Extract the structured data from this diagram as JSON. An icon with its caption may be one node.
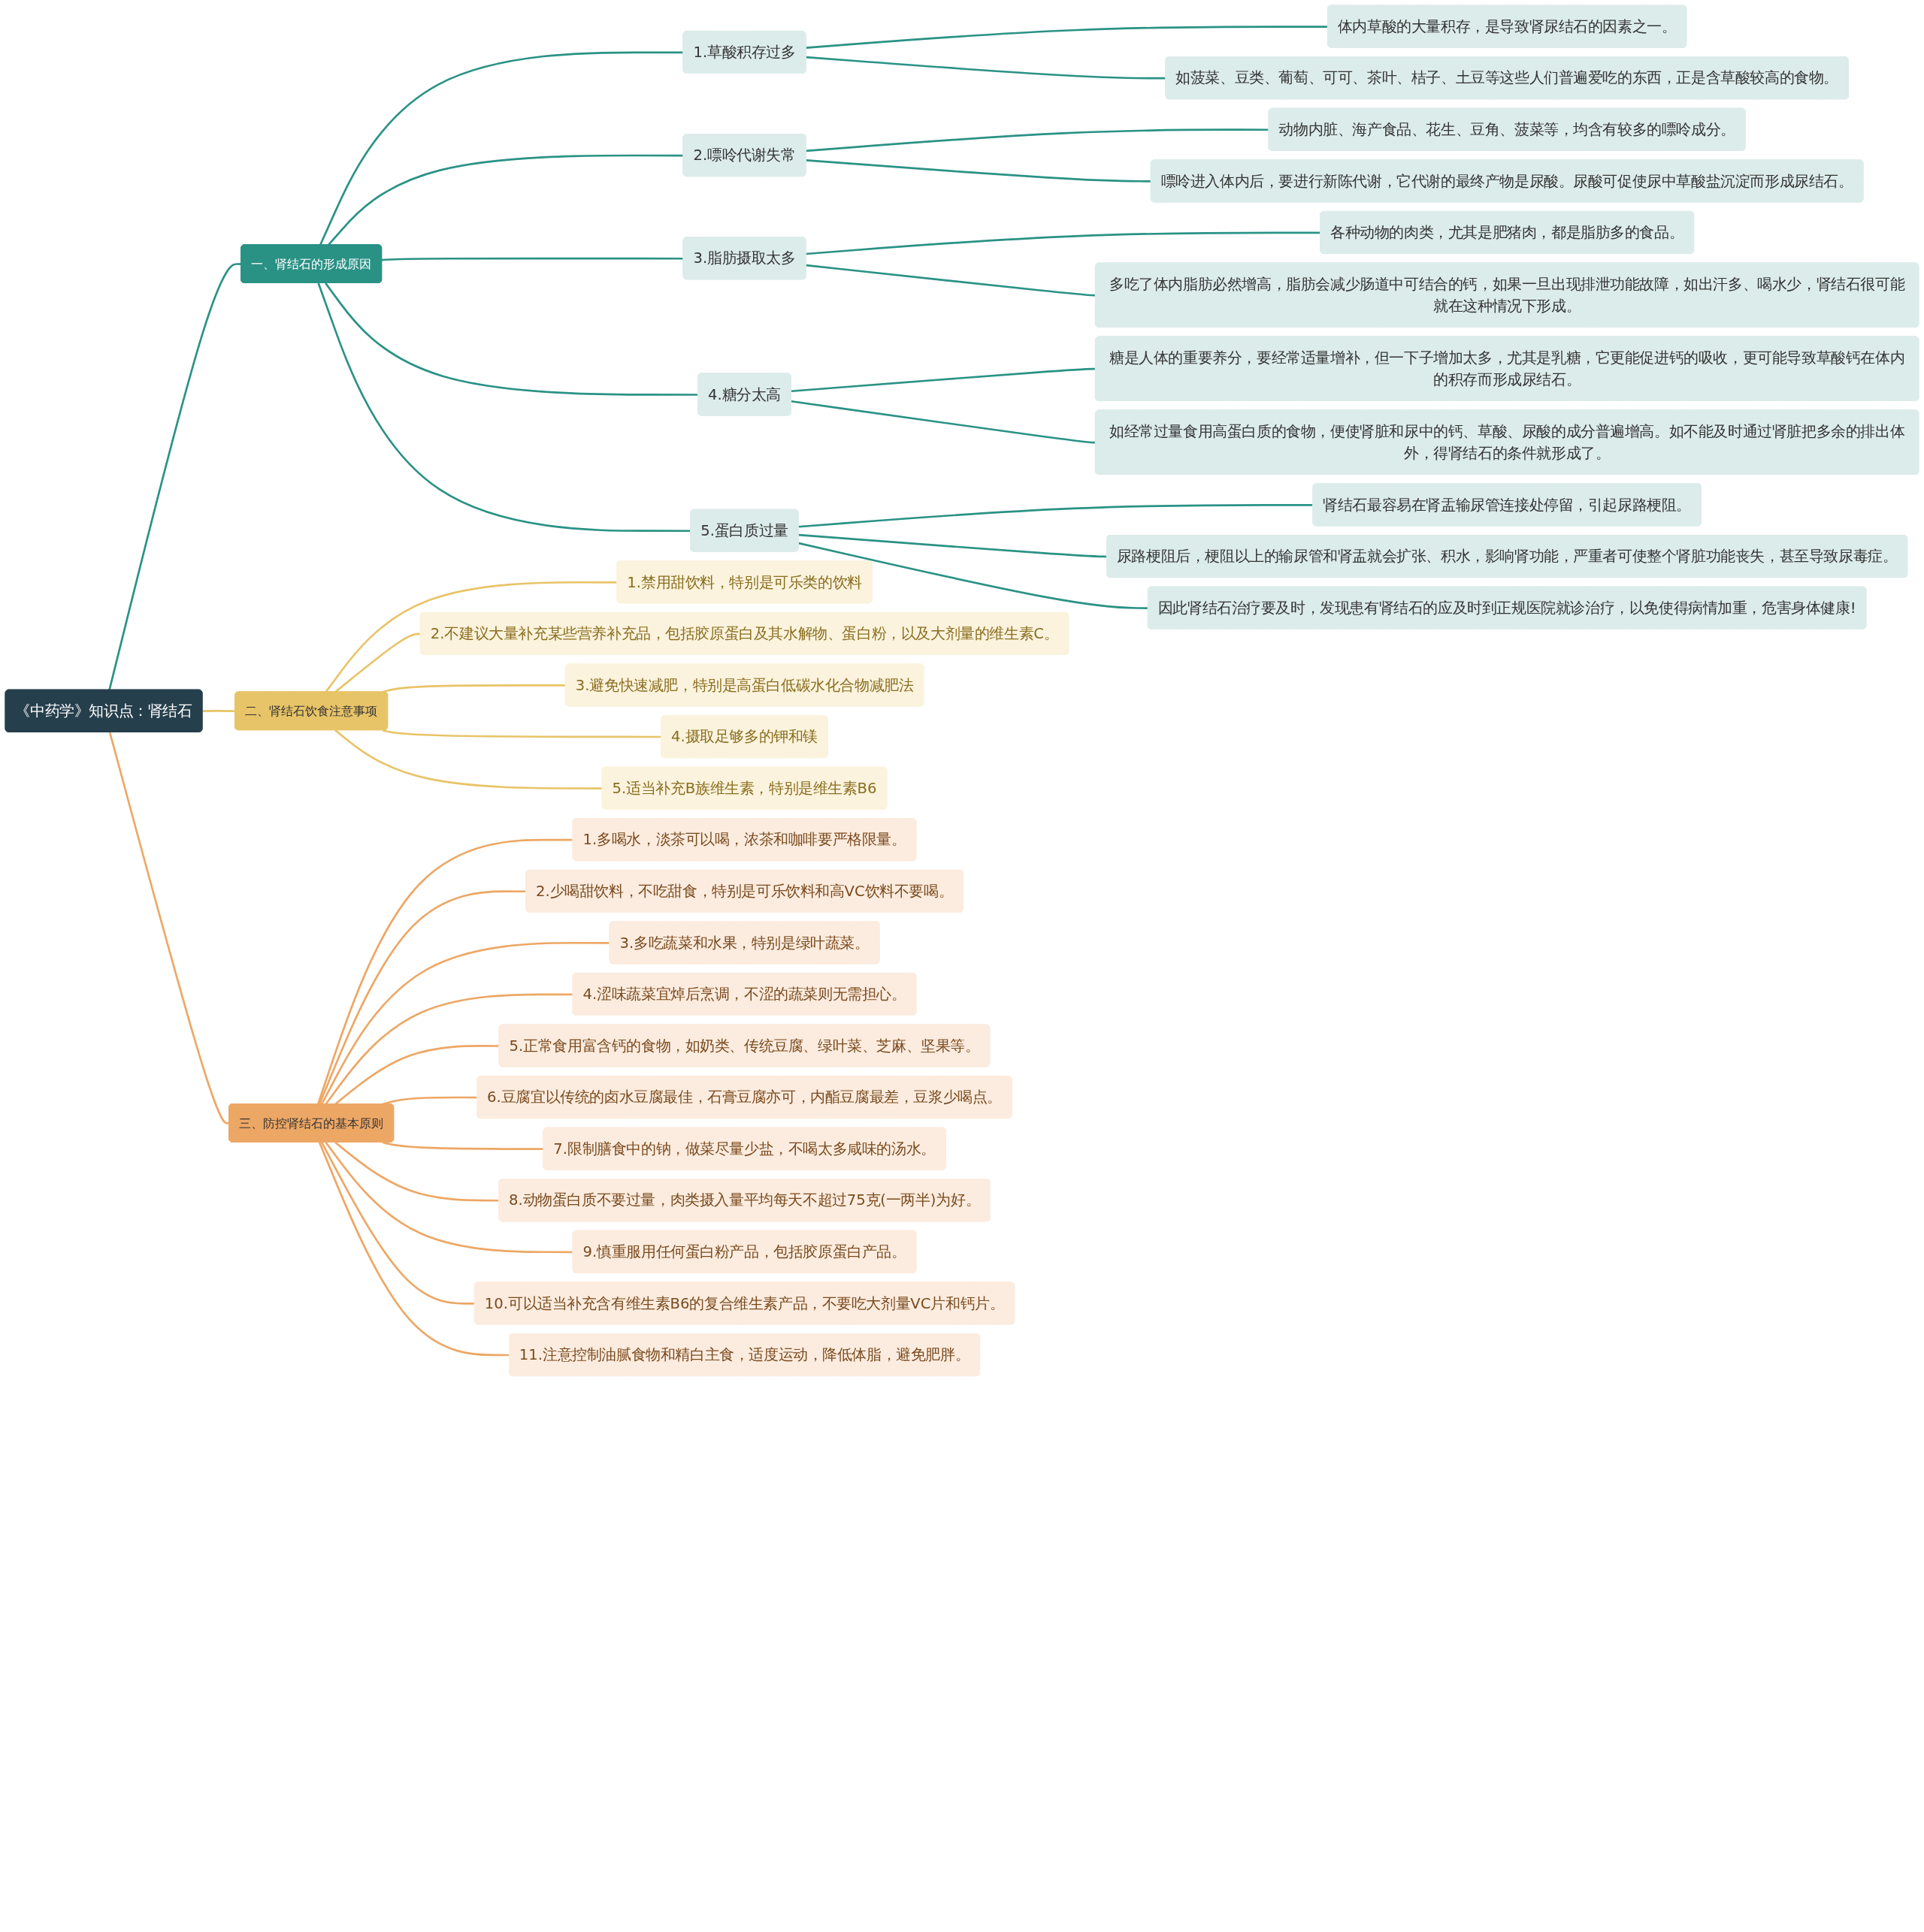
{
  "diagram": {
    "nodes": [
      {
        "text": [
          "《中药学》知识点：肾结石"
        ]
      },
      {
        "text": [
          "一、肾结石的形成原因"
        ]
      },
      {
        "text": [
          "1.草酸积存过多"
        ]
      },
      {
        "text": [
          "体内草酸的大量积存，是导致肾尿结石的因素之一。"
        ]
      },
      {
        "text": [
          "如菠菜、豆类、葡萄、可可、茶叶、桔子、土豆等这些人们普遍爱吃的东西，正是含草酸较高的食物。"
        ]
      },
      {
        "text": [
          "2.嘌呤代谢失常"
        ]
      },
      {
        "text": [
          "动物内脏、海产食品、花生、豆角、菠菜等，均含有较多的嘌呤成分。"
        ]
      },
      {
        "text": [
          "嘌呤进入体内后，要进行新陈代谢，它代谢的最终产物是尿酸。尿酸可促使尿中草酸盐沉淀而形成尿结石。"
        ]
      },
      {
        "text": [
          "3.脂肪摄取太多"
        ]
      },
      {
        "text": [
          "各种动物的肉类，尤其是肥猪肉，都是脂肪多的食品。"
        ]
      },
      {
        "text": [
          "多吃了体内脂肪必然增高，脂肪会减少肠道中可结合的钙，如果一旦出现排泄功能故障，如出汗多、喝水少，肾结石很可能就在这种情况下形成。"
        ]
      },
      {
        "text": [
          "4.糖分太高"
        ]
      },
      {
        "text": [
          "糖是人体的重要养分，要经常适量增补，但一下子增加太多，尤其是乳糖，它更能促进钙的吸收，更可能导致草酸钙在体内的积存而形成尿结石。"
        ]
      },
      {
        "text": [
          "如经常过量食用高蛋白质的食物，便使肾脏和尿中的钙、草酸、尿酸的成分普遍增高。如不能及时通过肾脏把多余的排出体外，得肾结石的条件就形成了。"
        ]
      },
      {
        "text": [
          "5.蛋白质过量"
        ]
      },
      {
        "text": [
          "肾结石最容易在肾盂输尿管连接处停留，引起尿路梗阻。"
        ]
      },
      {
        "text": [
          "尿路梗阻后，梗阻以上的输尿管和肾盂就会扩张、积水，影响肾功能，严重者可使整个肾脏功能丧失，甚至导致尿毒症。"
        ]
      },
      {
        "text": [
          "因此肾结石治疗要及时，发现患有肾结石的应及时到正规医院就诊治疗，以免使得病情加重，危害身体健康!"
        ]
      },
      {
        "text": [
          "二、肾结石饮食注意事项"
        ]
      },
      {
        "text": [
          "1.禁用甜饮料，特别是可乐类的饮料"
        ]
      },
      {
        "text": [
          "2.不建议大量补充某些营养补充品，包括胶原蛋白及其水解物、蛋白粉，以及大剂量的维生素C。"
        ]
      },
      {
        "text": [
          "3.避免快速减肥，特别是高蛋白低碳水化合物减肥法"
        ]
      },
      {
        "text": [
          "4.摄取足够多的钾和镁"
        ]
      },
      {
        "text": [
          "5.适当补充B族维生素，特别是维生素B6"
        ]
      },
      {
        "text": [
          "三、防控肾结石的基本原则"
        ]
      },
      {
        "text": [
          "1.多喝水，淡茶可以喝，浓茶和咖啡要严格限量。"
        ]
      },
      {
        "text": [
          "2.少喝甜饮料，不吃甜食，特别是可乐饮料和高VC饮料不要喝。"
        ]
      },
      {
        "text": [
          "3.多吃蔬菜和水果，特别是绿叶蔬菜。"
        ]
      },
      {
        "text": [
          "4.涩味蔬菜宜焯后烹调，不涩的蔬菜则无需担心。"
        ]
      },
      {
        "text": [
          "5.正常食用富含钙的食物，如奶类、传统豆腐、绿叶菜、芝麻、坚果等。"
        ]
      },
      {
        "text": [
          "6.豆腐宜以传统的卤水豆腐最佳，石膏豆腐亦可，内酯豆腐最差，豆浆少喝点。"
        ]
      },
      {
        "text": [
          "7.限制膳食中的钠，做菜尽量少盐，不喝太多咸味的汤水。"
        ]
      },
      {
        "text": [
          "8.动物蛋白质不要过量，肉类摄入量平均每天不超过75克(一两半)为好。"
        ]
      },
      {
        "text": [
          "9.慎重服用任何蛋白粉产品，包括胶原蛋白产品。"
        ]
      },
      {
        "text": [
          "10.可以适当补充含有维生素B6的复合维生素产品，不要吃大剂量VC片和钙片。"
        ]
      },
      {
        "text": [
          "11.注意控制油腻食物和精白主食，适度运动，降低体脂，避免肥胖。"
        ]
      }
    ],
    "edges": [
      {
        "from": 0,
        "to": 1,
        "arrow": "none"
      },
      {
        "from": 1,
        "to": 2,
        "arrow": "none"
      },
      {
        "from": 2,
        "to": 3,
        "arrow": "none"
      },
      {
        "from": 2,
        "to": 4,
        "arrow": "none"
      },
      {
        "from": 1,
        "to": 5,
        "arrow": "none"
      },
      {
        "from": 5,
        "to": 6,
        "arrow": "none"
      },
      {
        "from": 5,
        "to": 7,
        "arrow": "none"
      },
      {
        "from": 1,
        "to": 8,
        "arrow": "none"
      },
      {
        "from": 8,
        "to": 9,
        "arrow": "none"
      },
      {
        "from": 8,
        "to": 10,
        "arrow": "none"
      },
      {
        "from": 1,
        "to": 11,
        "arrow": "none"
      },
      {
        "from": 11,
        "to": 12,
        "arrow": "none"
      },
      {
        "from": 11,
        "to": 13,
        "arrow": "none"
      },
      {
        "from": 1,
        "to": 14,
        "arrow": "none"
      },
      {
        "from": 14,
        "to": 15,
        "arrow": "none"
      },
      {
        "from": 14,
        "to": 16,
        "arrow": "none"
      },
      {
        "from": 14,
        "to": 17,
        "arrow": "none"
      },
      {
        "from": 0,
        "to": 18,
        "arrow": "none",
        "color": "#e8c468"
      },
      {
        "from": 18,
        "to": 19,
        "arrow": "none",
        "color": "#e8c468"
      },
      {
        "from": 18,
        "to": 20,
        "arrow": "none",
        "color": "#e8c468"
      },
      {
        "from": 18,
        "to": 21,
        "arrow": "none",
        "color": "#e8c468"
      },
      {
        "from": 18,
        "to": 22,
        "arrow": "none",
        "color": "#e8c468"
      },
      {
        "from": 18,
        "to": 23,
        "arrow": "none",
        "color": "#e8c468"
      },
      {
        "from": 0,
        "to": 24,
        "arrow": "none",
        "color": "#eda765"
      },
      {
        "from": 24,
        "to": 25,
        "arrow": "none",
        "color": "#eda765"
      },
      {
        "from": 24,
        "to": 26,
        "arrow": "none",
        "color": "#eda765"
      },
      {
        "from": 24,
        "to": 27,
        "arrow": "none",
        "color": "#eda765"
      },
      {
        "from": 24,
        "to": 28,
        "arrow": "none",
        "color": "#eda765"
      },
      {
        "from": 24,
        "to": 29,
        "arrow": "none",
        "color": "#eda765"
      },
      {
        "from": 24,
        "to": 30,
        "arrow": "none",
        "color": "#eda765"
      },
      {
        "from": 24,
        "to": 31,
        "arrow": "none",
        "color": "#eda765"
      },
      {
        "from": 24,
        "to": 32,
        "arrow": "none",
        "color": "#eda765"
      },
      {
        "from": 24,
        "to": 33,
        "arrow": "none",
        "color": "#eda765"
      },
      {
        "from": 24,
        "to": 34,
        "arrow": "none",
        "color": "#eda765"
      },
      {
        "from": 24,
        "to": 35,
        "arrow": "none",
        "color": "#eda765"
      }
    ]
  }
}
